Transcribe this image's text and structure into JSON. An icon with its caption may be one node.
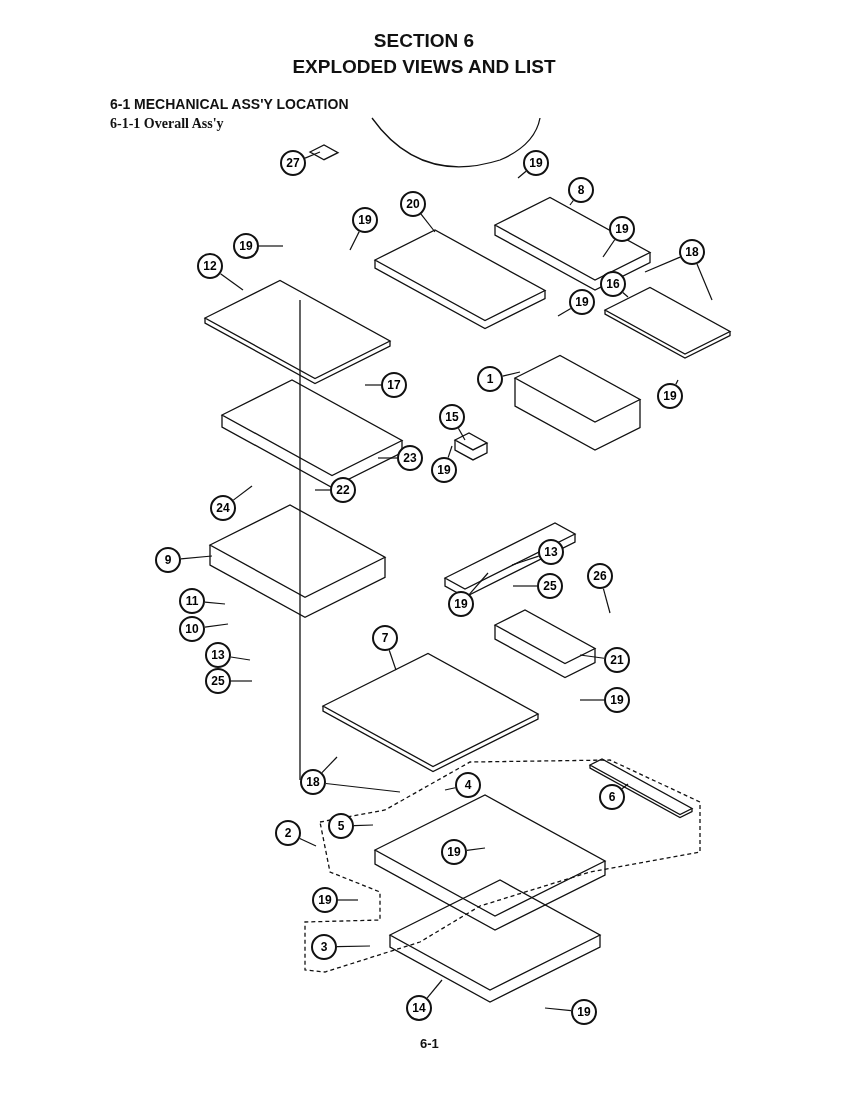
{
  "diagram": {
    "title": "SECTION 6",
    "nodes": [
      {
        "text": [
          "27"
        ]
      },
      {
        "text": [
          "19"
        ]
      },
      {
        "text": [
          "8"
        ]
      },
      {
        "text": [
          "20"
        ]
      },
      {
        "text": [
          "19"
        ]
      },
      {
        "text": [
          "19"
        ]
      },
      {
        "text": [
          "19"
        ]
      },
      {
        "text": [
          "18"
        ]
      },
      {
        "text": [
          "12"
        ]
      },
      {
        "text": [
          "16"
        ]
      },
      {
        "text": [
          "19"
        ]
      },
      {
        "text": [
          "1"
        ]
      },
      {
        "text": [
          "17"
        ]
      },
      {
        "text": [
          "19"
        ]
      },
      {
        "text": [
          "15"
        ]
      },
      {
        "text": [
          "19"
        ]
      },
      {
        "text": [
          "23"
        ]
      },
      {
        "text": [
          "22"
        ]
      },
      {
        "text": [
          "24"
        ]
      },
      {
        "text": [
          "9"
        ]
      },
      {
        "text": [
          "13"
        ]
      },
      {
        "text": [
          "25"
        ]
      },
      {
        "text": [
          "19"
        ]
      },
      {
        "text": [
          "26"
        ]
      },
      {
        "text": [
          "11"
        ]
      },
      {
        "text": [
          "10"
        ]
      },
      {
        "text": [
          "21"
        ]
      },
      {
        "text": [
          "13"
        ]
      },
      {
        "text": [
          "25"
        ]
      },
      {
        "text": [
          "7"
        ]
      },
      {
        "text": [
          "19"
        ]
      },
      {
        "text": [
          "18"
        ]
      },
      {
        "text": [
          "4"
        ]
      },
      {
        "text": [
          "6"
        ]
      },
      {
        "text": [
          "2"
        ]
      },
      {
        "text": [
          "5"
        ]
      },
      {
        "text": [
          "19"
        ]
      },
      {
        "text": [
          "19"
        ]
      },
      {
        "text": [
          "3"
        ]
      },
      {
        "text": [
          "14"
        ]
      },
      {
        "text": [
          "19"
        ]
      }
    ],
    "edges": [
      {
        "from": 0,
        "to": null,
        "arrow": "none"
      },
      {
        "from": 1,
        "to": null,
        "arrow": "none"
      },
      {
        "from": 2,
        "to": null,
        "arrow": "none"
      },
      {
        "from": 3,
        "to": null,
        "arrow": "none"
      },
      {
        "from": 4,
        "to": null,
        "arrow": "none"
      },
      {
        "from": 5,
        "to": null,
        "arrow": "none"
      },
      {
        "from": 6,
        "to": null,
        "arrow": "none"
      },
      {
        "from": 7,
        "to": null,
        "arrow": "none"
      },
      {
        "from": 7,
        "to": null,
        "arrow": "none"
      },
      {
        "from": 8,
        "to": null,
        "arrow": "none"
      },
      {
        "from": 9,
        "to": null,
        "arrow": "none"
      },
      {
        "from": 10,
        "to": null,
        "arrow": "none"
      },
      {
        "from": 11,
        "to": null,
        "arrow": "none"
      },
      {
        "from": 12,
        "to": null,
        "arrow": "none"
      },
      {
        "from": 13,
        "to": null,
        "arrow": "none"
      },
      {
        "from": 14,
        "to": null,
        "arrow": "none"
      },
      {
        "from": 15,
        "to": null,
        "arrow": "none"
      },
      {
        "from": 16,
        "to": null,
        "arrow": "none"
      },
      {
        "from": 17,
        "to": null,
        "arrow": "none"
      },
      {
        "from": 18,
        "to": null,
        "arrow": "none"
      },
      {
        "from": 19,
        "to": null,
        "arrow": "none"
      },
      {
        "from": 20,
        "to": null,
        "arrow": "none"
      },
      {
        "from": 21,
        "to": null,
        "arrow": "none"
      },
      {
        "from": 22,
        "to": null,
        "arrow": "none"
      },
      {
        "from": 23,
        "to": null,
        "arrow": "none"
      },
      {
        "from": 24,
        "to": null,
        "arrow": "none"
      },
      {
        "from": 25,
        "to": null,
        "arrow": "none"
      },
      {
        "from": 26,
        "to": null,
        "arrow": "none"
      },
      {
        "from": 27,
        "to": null,
        "arrow": "none"
      },
      {
        "from": 28,
        "to": null,
        "arrow": "none"
      },
      {
        "from": 29,
        "to": null,
        "arrow": "none"
      },
      {
        "from": 30,
        "to": null,
        "arrow": "none"
      },
      {
        "from": 31,
        "to": null,
        "arrow": "none"
      },
      {
        "from": 31,
        "to": null,
        "arrow": "none"
      },
      {
        "from": 32,
        "to": null,
        "arrow": "none"
      },
      {
        "from": 33,
        "to": null,
        "arrow": "none"
      },
      {
        "from": 34,
        "to": null,
        "arrow": "none"
      },
      {
        "from": 35,
        "to": null,
        "arrow": "none"
      },
      {
        "from": 36,
        "to": null,
        "arrow": "none"
      },
      {
        "from": 37,
        "to": null,
        "arrow": "none"
      },
      {
        "from": 38,
        "to": null,
        "arrow": "none"
      },
      {
        "from": 39,
        "to": null,
        "arrow": "none"
      },
      {
        "from": 40,
        "to": null,
        "arrow": "none"
      }
    ],
    "labels": [
      "EXPLODED VIEWS AND LIST",
      "6-1 MECHANICAL ASS'Y LOCATION",
      "6-1-1 Overall Ass'y",
      "6-1"
    ]
  }
}
